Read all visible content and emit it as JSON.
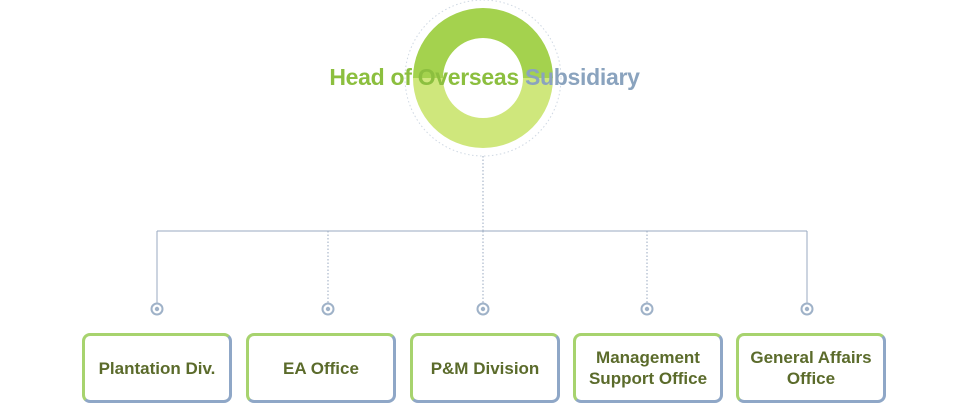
{
  "head": {
    "title_part1": "Head of Overseas",
    "title_part2": "Subsidiary"
  },
  "units": [
    {
      "label": "Plantation Div."
    },
    {
      "label": "EA Office"
    },
    {
      "label": "P&M Division"
    },
    {
      "label": "Management\nSupport Office"
    },
    {
      "label": "General Affairs\nOffice"
    }
  ],
  "colors": {
    "green": "#a7d36e",
    "blue_gray": "#8fa7c7",
    "text_dark": "#5b6b2b"
  }
}
